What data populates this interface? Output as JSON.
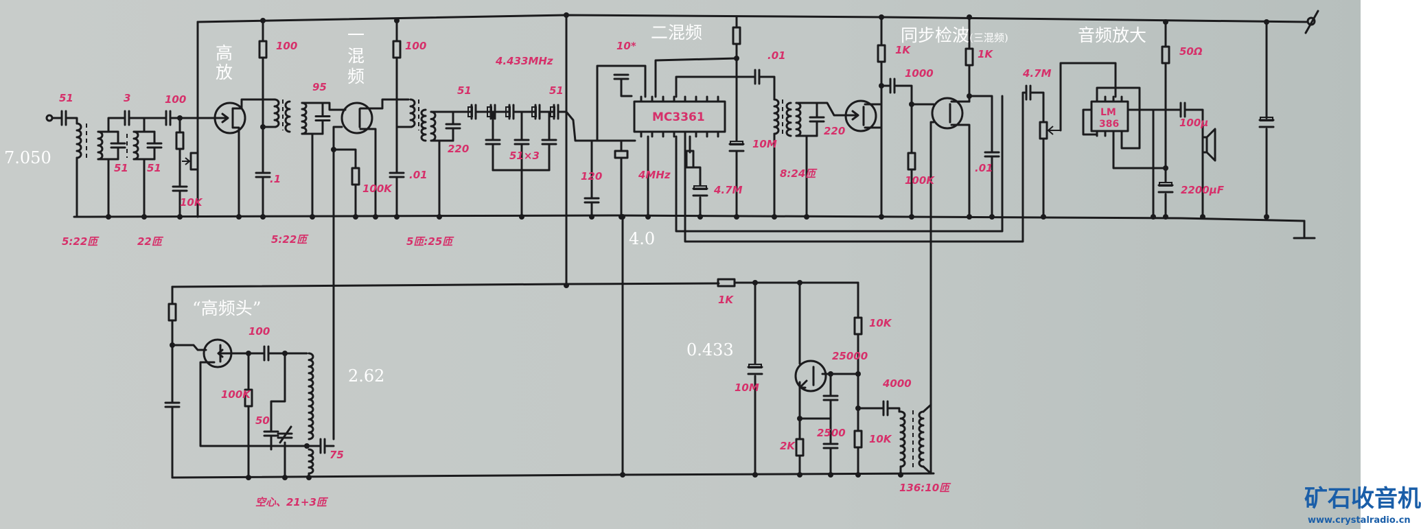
{
  "section_labels": {
    "rf_amp": [
      "高",
      "放"
    ],
    "first_mixer": [
      "一",
      "混",
      "频"
    ],
    "second_mixer": "二混频",
    "sync_detector": "同步检波",
    "sync_detector_note": "(三混频)",
    "audio_amp": "音频放大",
    "rf_head": "“高频头”"
  },
  "frequencies": {
    "input": "7.050",
    "second_lo": "4.0",
    "first_lo": "2.62",
    "third_lo": "0.433"
  },
  "ic_labels": {
    "mixer_ic": "MC3361",
    "audio_ic_line1": "LM",
    "audio_ic_line2": "386"
  },
  "component_labels": [
    "51",
    "3",
    "100",
    "51",
    "51",
    "10K",
    "100",
    "95",
    ".1",
    "100K",
    "100",
    ".01",
    "4.433MHz",
    "51",
    "51",
    "220",
    "51×3",
    "120",
    "4MHz",
    "10*",
    "5:22匝",
    "22匝",
    "5:22匝",
    "5匝:25匝",
    ".01",
    "10M",
    "4.7M",
    "8:24匝",
    "220",
    "1K",
    "1000",
    "100K",
    "1K",
    ".01",
    "4.7M",
    "50Ω",
    "100μ",
    "2200μF",
    "100",
    "100K",
    "50",
    "75",
    "空心、21+3匝",
    "1K",
    "10K",
    "25000",
    "10M",
    "4000",
    "2500",
    "2K",
    "10K",
    "136:10匝"
  ],
  "watermark": {
    "logo": "矿石收音机",
    "url": "www.crystalradio.cn"
  },
  "colors": {
    "paper": "#c4c9c6",
    "ink": "#1b1b1d",
    "annotation": "#d6306a",
    "overlay_text": "#ffffff",
    "watermark": "#1a5ea8"
  }
}
